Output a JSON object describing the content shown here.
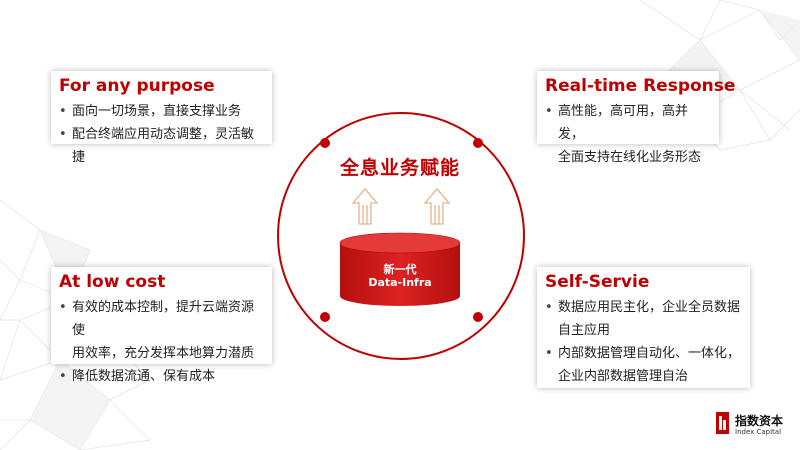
{
  "center": {
    "title": "全息业务赋能",
    "cylinder_line1": "新一代",
    "cylinder_line2": "Data-Infra"
  },
  "cards": {
    "top_left": {
      "title": "For any purpose",
      "bullets": [
        "面向一切场景，直接支撑业务",
        "配合终端应用动态调整，灵活敏捷"
      ]
    },
    "top_right": {
      "title": "Real-time Response",
      "bullets": [
        "高性能，高可用，高并发，",
        "全面支持在线化业务形态"
      ]
    },
    "bottom_left": {
      "title": "At low cost",
      "bullets": [
        "有效的成本控制，提升云端资源使",
        "用效率，充分发挥本地算力潜质",
        "降低数据流通、保有成本"
      ]
    },
    "bottom_right": {
      "title": "Self-Servie",
      "bullets": [
        "数据应用民主化，企业全员数据",
        "自主应用",
        "内部数据管理自动化、一体化，",
        "企业内部数据管理自治"
      ]
    }
  },
  "logo": {
    "name": "指数资本",
    "subtitle": "Index Capital"
  },
  "colors": {
    "accent": "#c00000",
    "cylinder": "#d01a1a",
    "arrow": "#e8b38a"
  }
}
